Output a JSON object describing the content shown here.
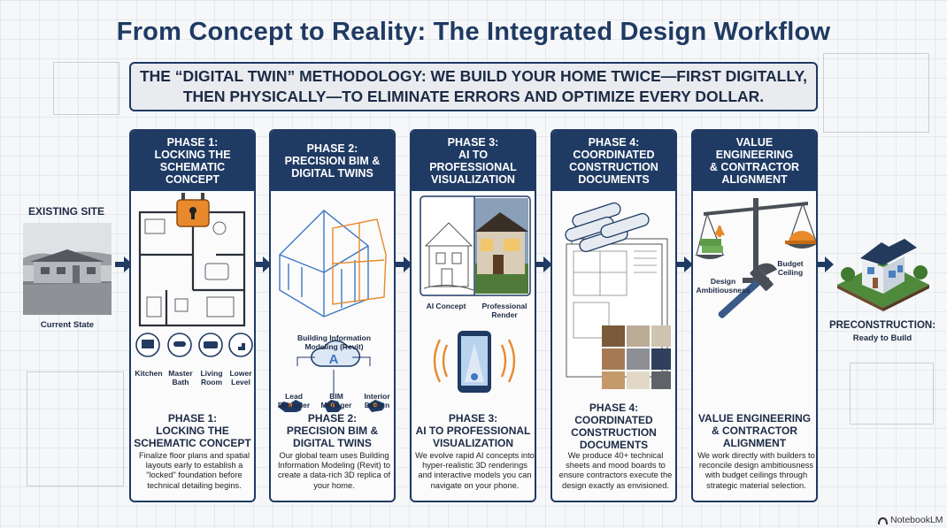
{
  "title": "From Concept to Reality: The Integrated Design Workflow",
  "banner": {
    "line1": "THE “DIGITAL TWIN” METHODOLOGY: WE BUILD YOUR HOME TWICE—FIRST DIGITALLY,",
    "line2": "THEN PHYSICALLY—TO ELIMINATE ERRORS AND OPTIMIZE EVERY DOLLAR."
  },
  "existing": {
    "heading": "EXISTING SITE",
    "caption": "Current State"
  },
  "end": {
    "heading": "PRECONSTRUCTION:",
    "caption": "Ready to Build"
  },
  "phases": [
    {
      "head": [
        "PHASE 1:",
        "LOCKING THE",
        "SCHEMATIC CONCEPT"
      ],
      "title": [
        "PHASE 1:",
        "LOCKING THE",
        "SCHEMATIC CONCEPT"
      ],
      "desc": "Finalize floor plans and spatial layouts early to establish a \"locked\" foundation before technical detailing begins.",
      "labels": {
        "kitchen": "Kitchen",
        "master": "Master Bath",
        "living": "Living Room",
        "lower": "Lower Level"
      }
    },
    {
      "head": [
        "PHASE 2:",
        "PRECISION BIM &",
        "DIGITAL TWINS"
      ],
      "title": [
        "PHASE 2:",
        "PRECISION BIM &",
        "DIGITAL TWINS"
      ],
      "desc": "Our global team uses Building Information Modeling (Revit) to create a data-rich 3D replica of your home.",
      "labels": {
        "bim": "Building Information Modeling (Revit)",
        "lead": "Lead Designer",
        "manager": "BIM Manager",
        "interior": "Interior Design"
      }
    },
    {
      "head": [
        "PHASE 3:",
        "AI TO PROFESSIONAL",
        "VISUALIZATION"
      ],
      "title": [
        "PHASE 3:",
        "AI TO PROFESSIONAL",
        "VISUALIZATION"
      ],
      "desc": "We evolve rapid AI concepts into hyper-realistic 3D renderings and interactive models you can navigate on your phone.",
      "labels": {
        "ai": "AI Concept",
        "render": "Professional Render"
      }
    },
    {
      "head": [
        "PHASE 4:",
        "COORDINATED",
        "CONSTRUCTION",
        "DOCUMENTS"
      ],
      "title": [
        "PHASE 4:",
        "COORDINATED",
        "CONSTRUCTION",
        "DOCUMENTS"
      ],
      "desc": "We produce 40+ technical sheets and mood boards to ensure contractors execute the design exactly as envisioned."
    },
    {
      "head": [
        "VALUE ENGINEERING",
        "& CONTRACTOR",
        "ALIGNMENT"
      ],
      "title": [
        "VALUE ENGINEERING",
        "& CONTRACTOR",
        "ALIGNMENT"
      ],
      "desc": "We work directly with builders to reconcile design ambitiousness with budget ceilings through strategic material selection.",
      "labels": {
        "ambition": "Design Ambitiousness",
        "budget": "Budget Ceiling"
      }
    }
  ],
  "brand": "NotebookLM",
  "colors": {
    "navy": "#1f3a63",
    "orange": "#e8892b",
    "blue": "#3d78c4"
  }
}
